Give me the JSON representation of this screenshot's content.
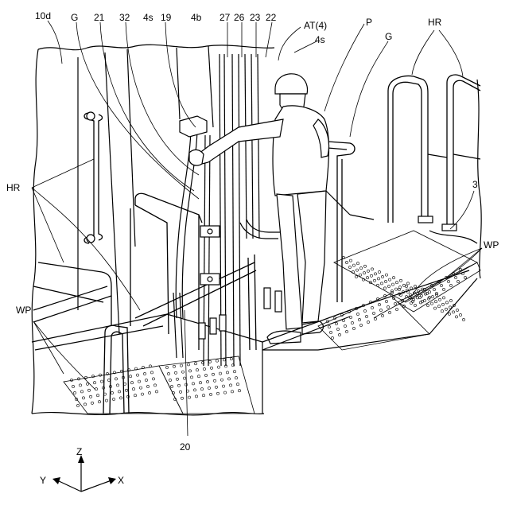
{
  "figure": {
    "labels": {
      "wall": "10d",
      "guide_left": "G",
      "p21": "21",
      "p32": "32",
      "side_panel_left": "4s",
      "p19": "19",
      "cabinet": "4b",
      "p27": "27",
      "p26": "26",
      "p23": "23",
      "p22": "22",
      "assembly": "AT(4)",
      "side_panel_right": "4s",
      "person": "P",
      "guide_right": "G",
      "handrail_top_right": "HR",
      "handrail_left": "HR",
      "platform": "3",
      "walkway_right": "WP",
      "walkway_left": "WP",
      "p20": "20"
    },
    "axes": {
      "z": "Z",
      "y": "Y",
      "x": "X"
    }
  }
}
